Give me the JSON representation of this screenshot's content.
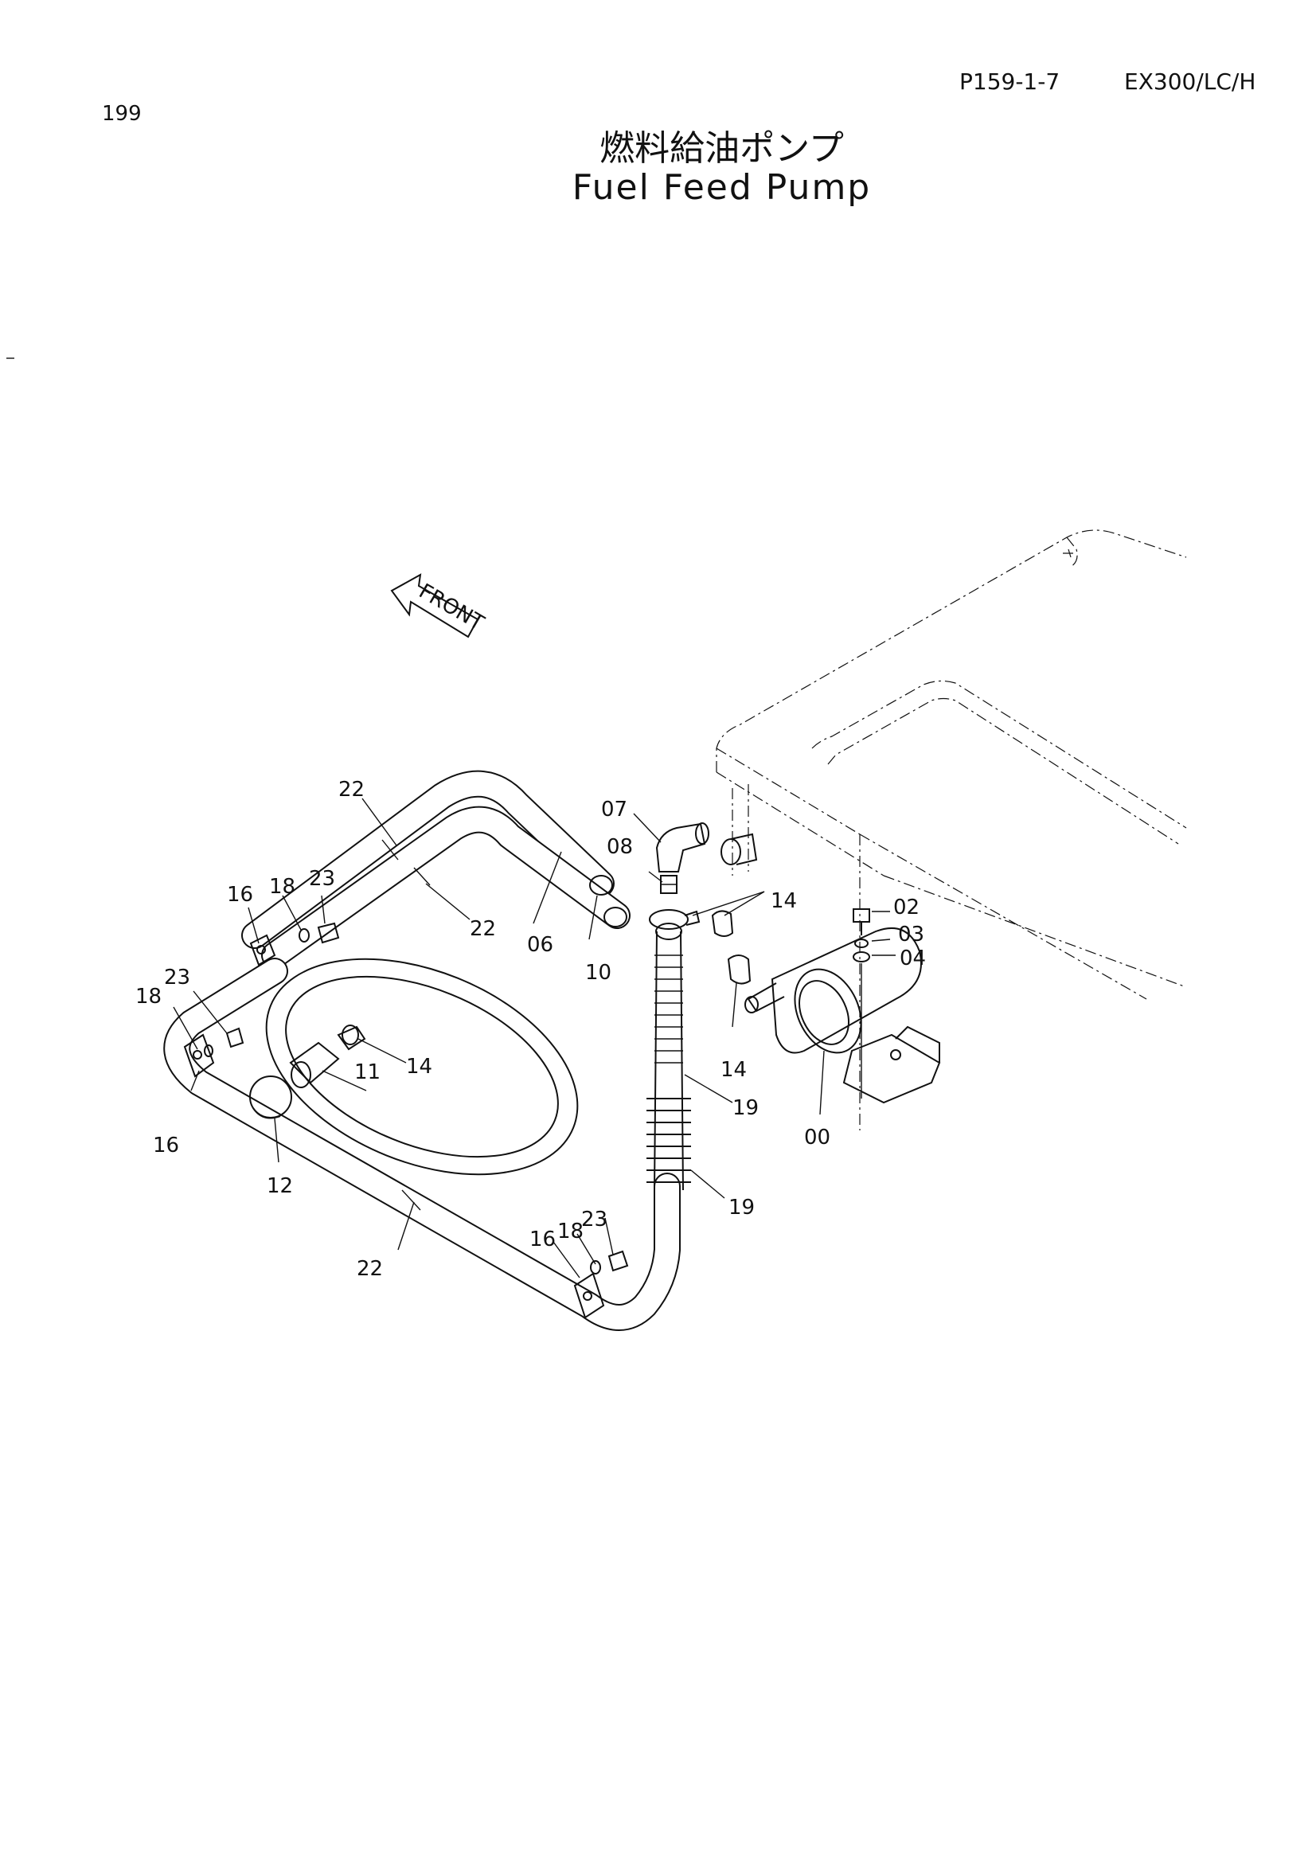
{
  "header": {
    "page_number": "199",
    "reference_code": "P159-1-7",
    "model": "EX300/LC/H"
  },
  "title": {
    "japanese": "燃料給油ポンプ",
    "english": "Fuel Feed Pump"
  },
  "front_arrow_label": "FRONT",
  "part_labels": {
    "p00": "00",
    "p02": "02",
    "p03": "03",
    "p04": "04",
    "p06": "06",
    "p07": "07",
    "p08": "08",
    "p10": "10",
    "p11": "11",
    "p12": "12",
    "p14a": "14",
    "p14b": "14",
    "p14c": "14",
    "p16a": "16",
    "p16b": "16",
    "p16c": "16",
    "p18a": "18",
    "p18b": "18",
    "p18c": "18",
    "p19a": "19",
    "p19b": "19",
    "p22a": "22",
    "p22b": "22",
    "p22c": "22",
    "p23a": "23",
    "p23b": "23",
    "p23c": "23"
  }
}
